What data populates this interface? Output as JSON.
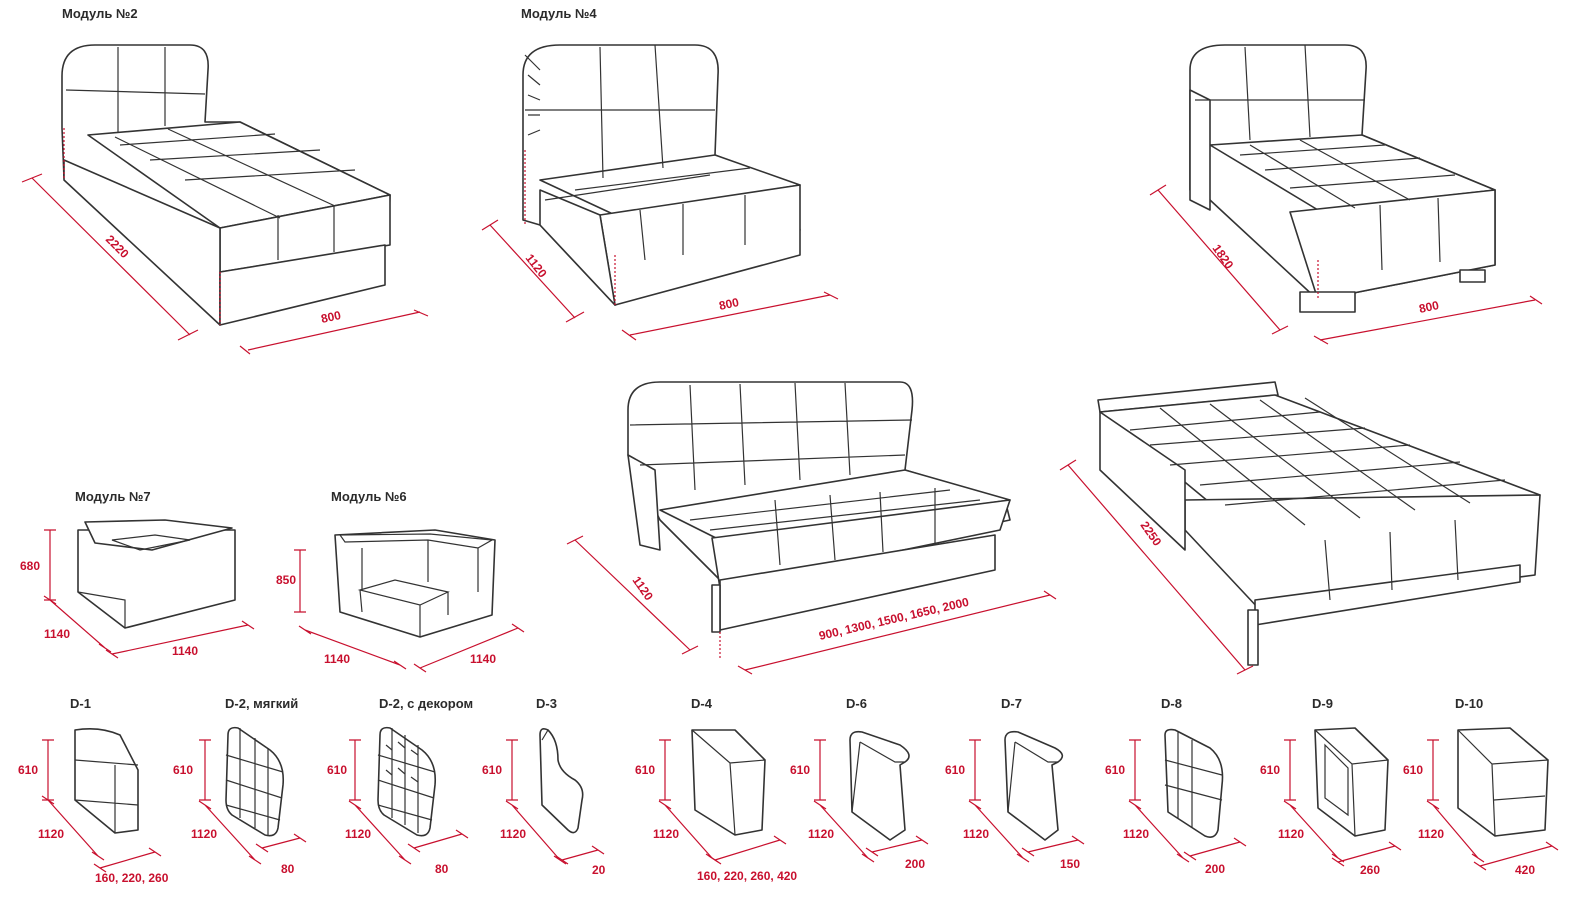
{
  "titles": {
    "m2": "Модуль №2",
    "m4": "Модуль №4",
    "m7": "Модуль №7",
    "m6": "Модуль №6",
    "d1": "D-1",
    "d2s": "D-2, мягкий",
    "d2d": "D-2, с декором",
    "d3": "D-3",
    "d4": "D-4",
    "d6": "D-6",
    "d7": "D-7",
    "d8": "D-8",
    "d9": "D-9",
    "d10": "D-10"
  },
  "dims": {
    "m2_depth": "2220",
    "m2_width": "800",
    "m4_depth": "1120",
    "m4_width": "800",
    "m3_depth": "1820",
    "m3_width": "800",
    "sofa_depth": "1120",
    "sofa_width": "900, 1300, 1500, 1650, 2000",
    "bed_length": "2250",
    "m7_h": "680",
    "m7_d": "1140",
    "m7_w": "1140",
    "m6_h": "850",
    "m6_d": "1140",
    "m6_w": "1140",
    "d1_h": "610",
    "d1_d": "1120",
    "d1_w": "160, 220, 260",
    "d2s_h": "610",
    "d2s_d": "1120",
    "d2s_w": "80",
    "d2d_h": "610",
    "d2d_d": "1120",
    "d2d_w": "80",
    "d3_h": "610",
    "d3_d": "1120",
    "d3_w": "20",
    "d4_h": "610",
    "d4_d": "1120",
    "d4_w": "160, 220, 260, 420",
    "d6_h": "610",
    "d6_d": "1120",
    "d6_w": "200",
    "d7_h": "610",
    "d7_d": "1120",
    "d7_w": "150",
    "d8_h": "610",
    "d8_d": "1120",
    "d8_w": "200",
    "d9_h": "610",
    "d9_d": "1120",
    "d9_w": "260",
    "d10_h": "610",
    "d10_d": "1120",
    "d10_w": "420"
  },
  "colors": {
    "dimension": "#c8102e",
    "outline": "#333333"
  }
}
